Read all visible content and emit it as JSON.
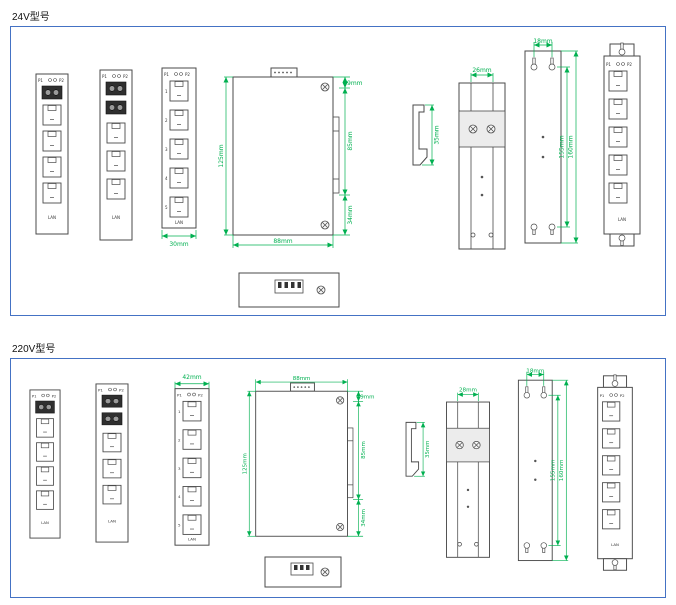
{
  "titles": {
    "section1": "24V型号",
    "section2": "220V型号"
  },
  "labels": {
    "led_left": "P1",
    "led_right": "P2",
    "lan": "LAN",
    "ports": [
      "1",
      "2",
      "3",
      "4",
      "5"
    ]
  },
  "s1": {
    "front_width": "30mm",
    "body_height": "125mm",
    "body_width": "88mm",
    "din_offset": "9mm",
    "din_span": "85mm",
    "din_lower": "34mm",
    "clip_height": "35mm",
    "rail_width": "26mm",
    "plate_hole_gap": "18mm",
    "plate_hole_span": "155mm",
    "plate_height": "160mm"
  },
  "s2": {
    "front_width": "42mm",
    "body_height": "125mm",
    "body_width": "88mm",
    "din_offset": "9mm",
    "din_span": "85mm",
    "din_lower": "34mm",
    "clip_height": "35mm",
    "rail_width": "28mm",
    "plate_hole_gap": "18mm",
    "plate_hole_span": "155mm",
    "plate_height": "160mm"
  },
  "colors": {
    "dimension_green": "#00b050",
    "frame_border_blue": "#4472c4",
    "drawing_line": "#4a4a4a"
  }
}
